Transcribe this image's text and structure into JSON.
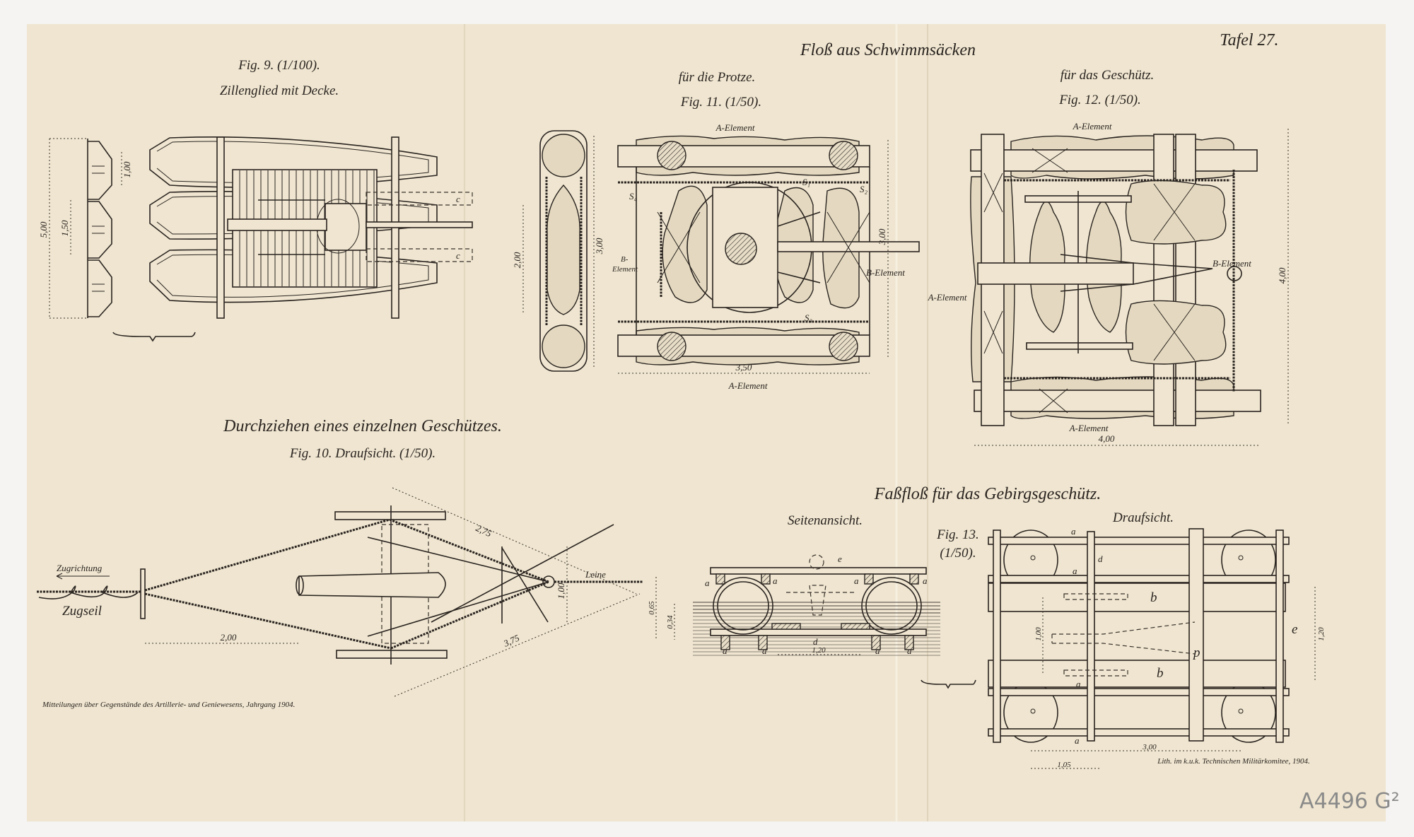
{
  "colors": {
    "paper": "#efe5d0",
    "ink": "#2a2420",
    "background": "#f5f4f2",
    "pencil": "#8a8a8a"
  },
  "plate": {
    "number": "Tafel 27.",
    "main_title": "Floß aus Schwimmsäcken",
    "source_note": "Mitteilungen über Gegenstände des Artillerie- und Geniewesens, Jahrgang 1904.",
    "printer_note": "Lith. im k.u.k. Technischen Militärkomitee, 1904.",
    "inventory_mark": "A4496 G²"
  },
  "fig9": {
    "label": "Fig. 9. (1/100).",
    "title": "Zillenglied mit Decke.",
    "dims": {
      "total": "5,00",
      "spacing": "1,50",
      "width": "1,00"
    },
    "marks": {
      "c1": "c",
      "c2": "c"
    }
  },
  "fig11": {
    "subtitle": "für die Protze.",
    "label": "Fig. 11. (1/50).",
    "a_top": "A-Element",
    "a_bottom": "A-Element",
    "b_left_1": "B-",
    "b_left_2": "Element",
    "b_right": "B-Element",
    "s1": "S₁",
    "s2": "S₂",
    "s3": "S₃",
    "s4": "S₄",
    "dims": {
      "side_inner": "2,00",
      "side_outer": "3,00",
      "height": "3,00",
      "width": "3,50"
    }
  },
  "fig12": {
    "subtitle": "für das Geschütz.",
    "label": "Fig. 12. (1/50).",
    "a_top": "A-Element",
    "a_left": "A-Element",
    "a_bottom": "A-Element",
    "b_right": "B-Element",
    "dims": {
      "height": "4,00",
      "width": "4,00"
    }
  },
  "fig10": {
    "title": "Durchziehen eines einzelnen Geschützes.",
    "label": "Fig. 10. Draufsicht. (1/50).",
    "pull_direction": "Zugrichtung",
    "pull_rope": "Zugseil",
    "line": "Leine",
    "dims": {
      "rope_gap": "2,00",
      "upper": "2,75",
      "lower": "3,75",
      "width": "1,00"
    }
  },
  "fig13": {
    "title": "Faßfloß für das Gebirgsgeschütz.",
    "side_view": "Seitenansicht.",
    "top_view": "Draufsicht.",
    "label": "Fig. 13.",
    "scale": "(1/50).",
    "side_marks": {
      "a": "a",
      "d": "d",
      "e": "e"
    },
    "side_dims": {
      "height": "0,65",
      "draft": "0,34",
      "span": "1,20"
    },
    "top_marks": {
      "a": "a",
      "b": "b",
      "d": "d",
      "e": "e",
      "p": "p"
    },
    "top_dims": {
      "width": "1,20",
      "inner": "1,00",
      "length": "3,00",
      "offset": "1,05"
    }
  }
}
